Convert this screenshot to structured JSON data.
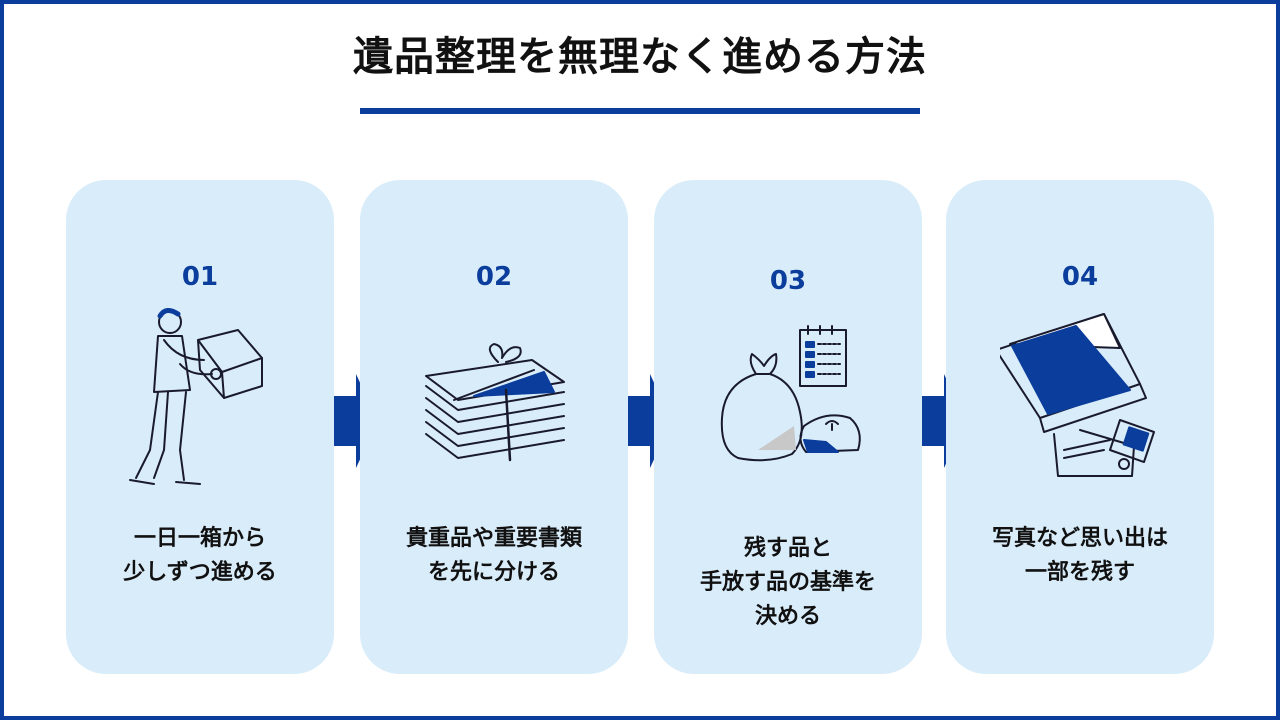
{
  "title": "遺品整理を無理なく進める方法",
  "colors": {
    "accent": "#0a3d9c",
    "card_bg": "#d9ecfa",
    "text": "#111111"
  },
  "steps": [
    {
      "number": "01",
      "lines": [
        "一日一箱から",
        "少しずつ進める"
      ],
      "icon": "person-carrying-box-icon"
    },
    {
      "number": "02",
      "lines": [
        "貴重品や重要書類",
        "を先に分ける"
      ],
      "icon": "tied-document-stack-icon"
    },
    {
      "number": "03",
      "lines": [
        "残す品と",
        "手放す品の基準を",
        "決める"
      ],
      "icon": "garbage-bags-checklist-icon"
    },
    {
      "number": "04",
      "lines": [
        "写真など思い出は",
        "一部を残す"
      ],
      "icon": "photo-album-icon"
    }
  ]
}
